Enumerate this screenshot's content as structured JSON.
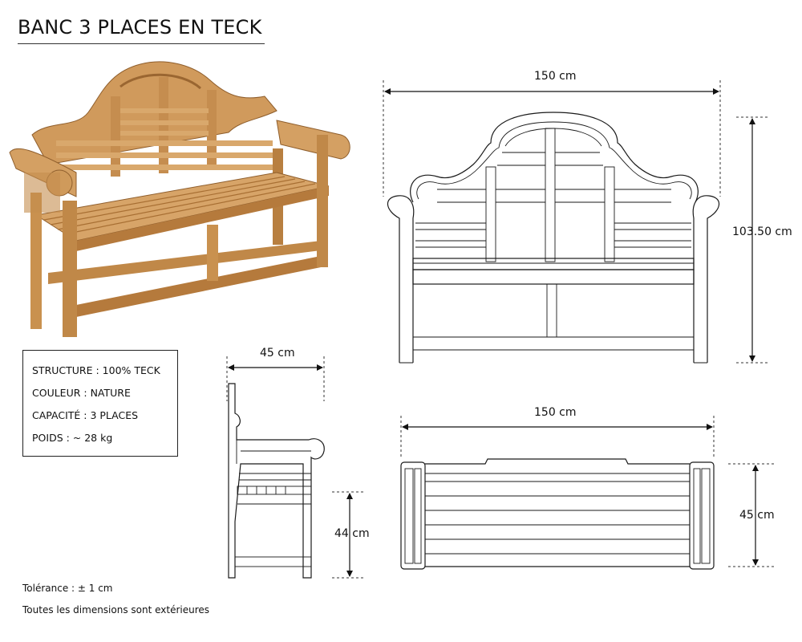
{
  "title": "BANC 3 PLACES EN TECK",
  "specs": [
    "STRUCTURE : 100% TECK",
    "COULEUR : NATURE",
    "CAPACITÉ : 3 PLACES",
    "POIDS : ~ 28 kg"
  ],
  "dimensions": {
    "front_width": "150 cm",
    "front_height": "103.50 cm",
    "side_depth": "45 cm",
    "side_seat_height": "44 cm",
    "top_width": "150 cm",
    "top_depth": "45 cm"
  },
  "notes": {
    "tolerance": "Tolérance : ± 1 cm",
    "exterior": "Toutes les dimensions sont extérieures"
  },
  "colors": {
    "teak_light": "#d7a468",
    "teak_mid": "#c08848",
    "teak_dark": "#8f5e2c",
    "line": "#1a1a1a"
  }
}
